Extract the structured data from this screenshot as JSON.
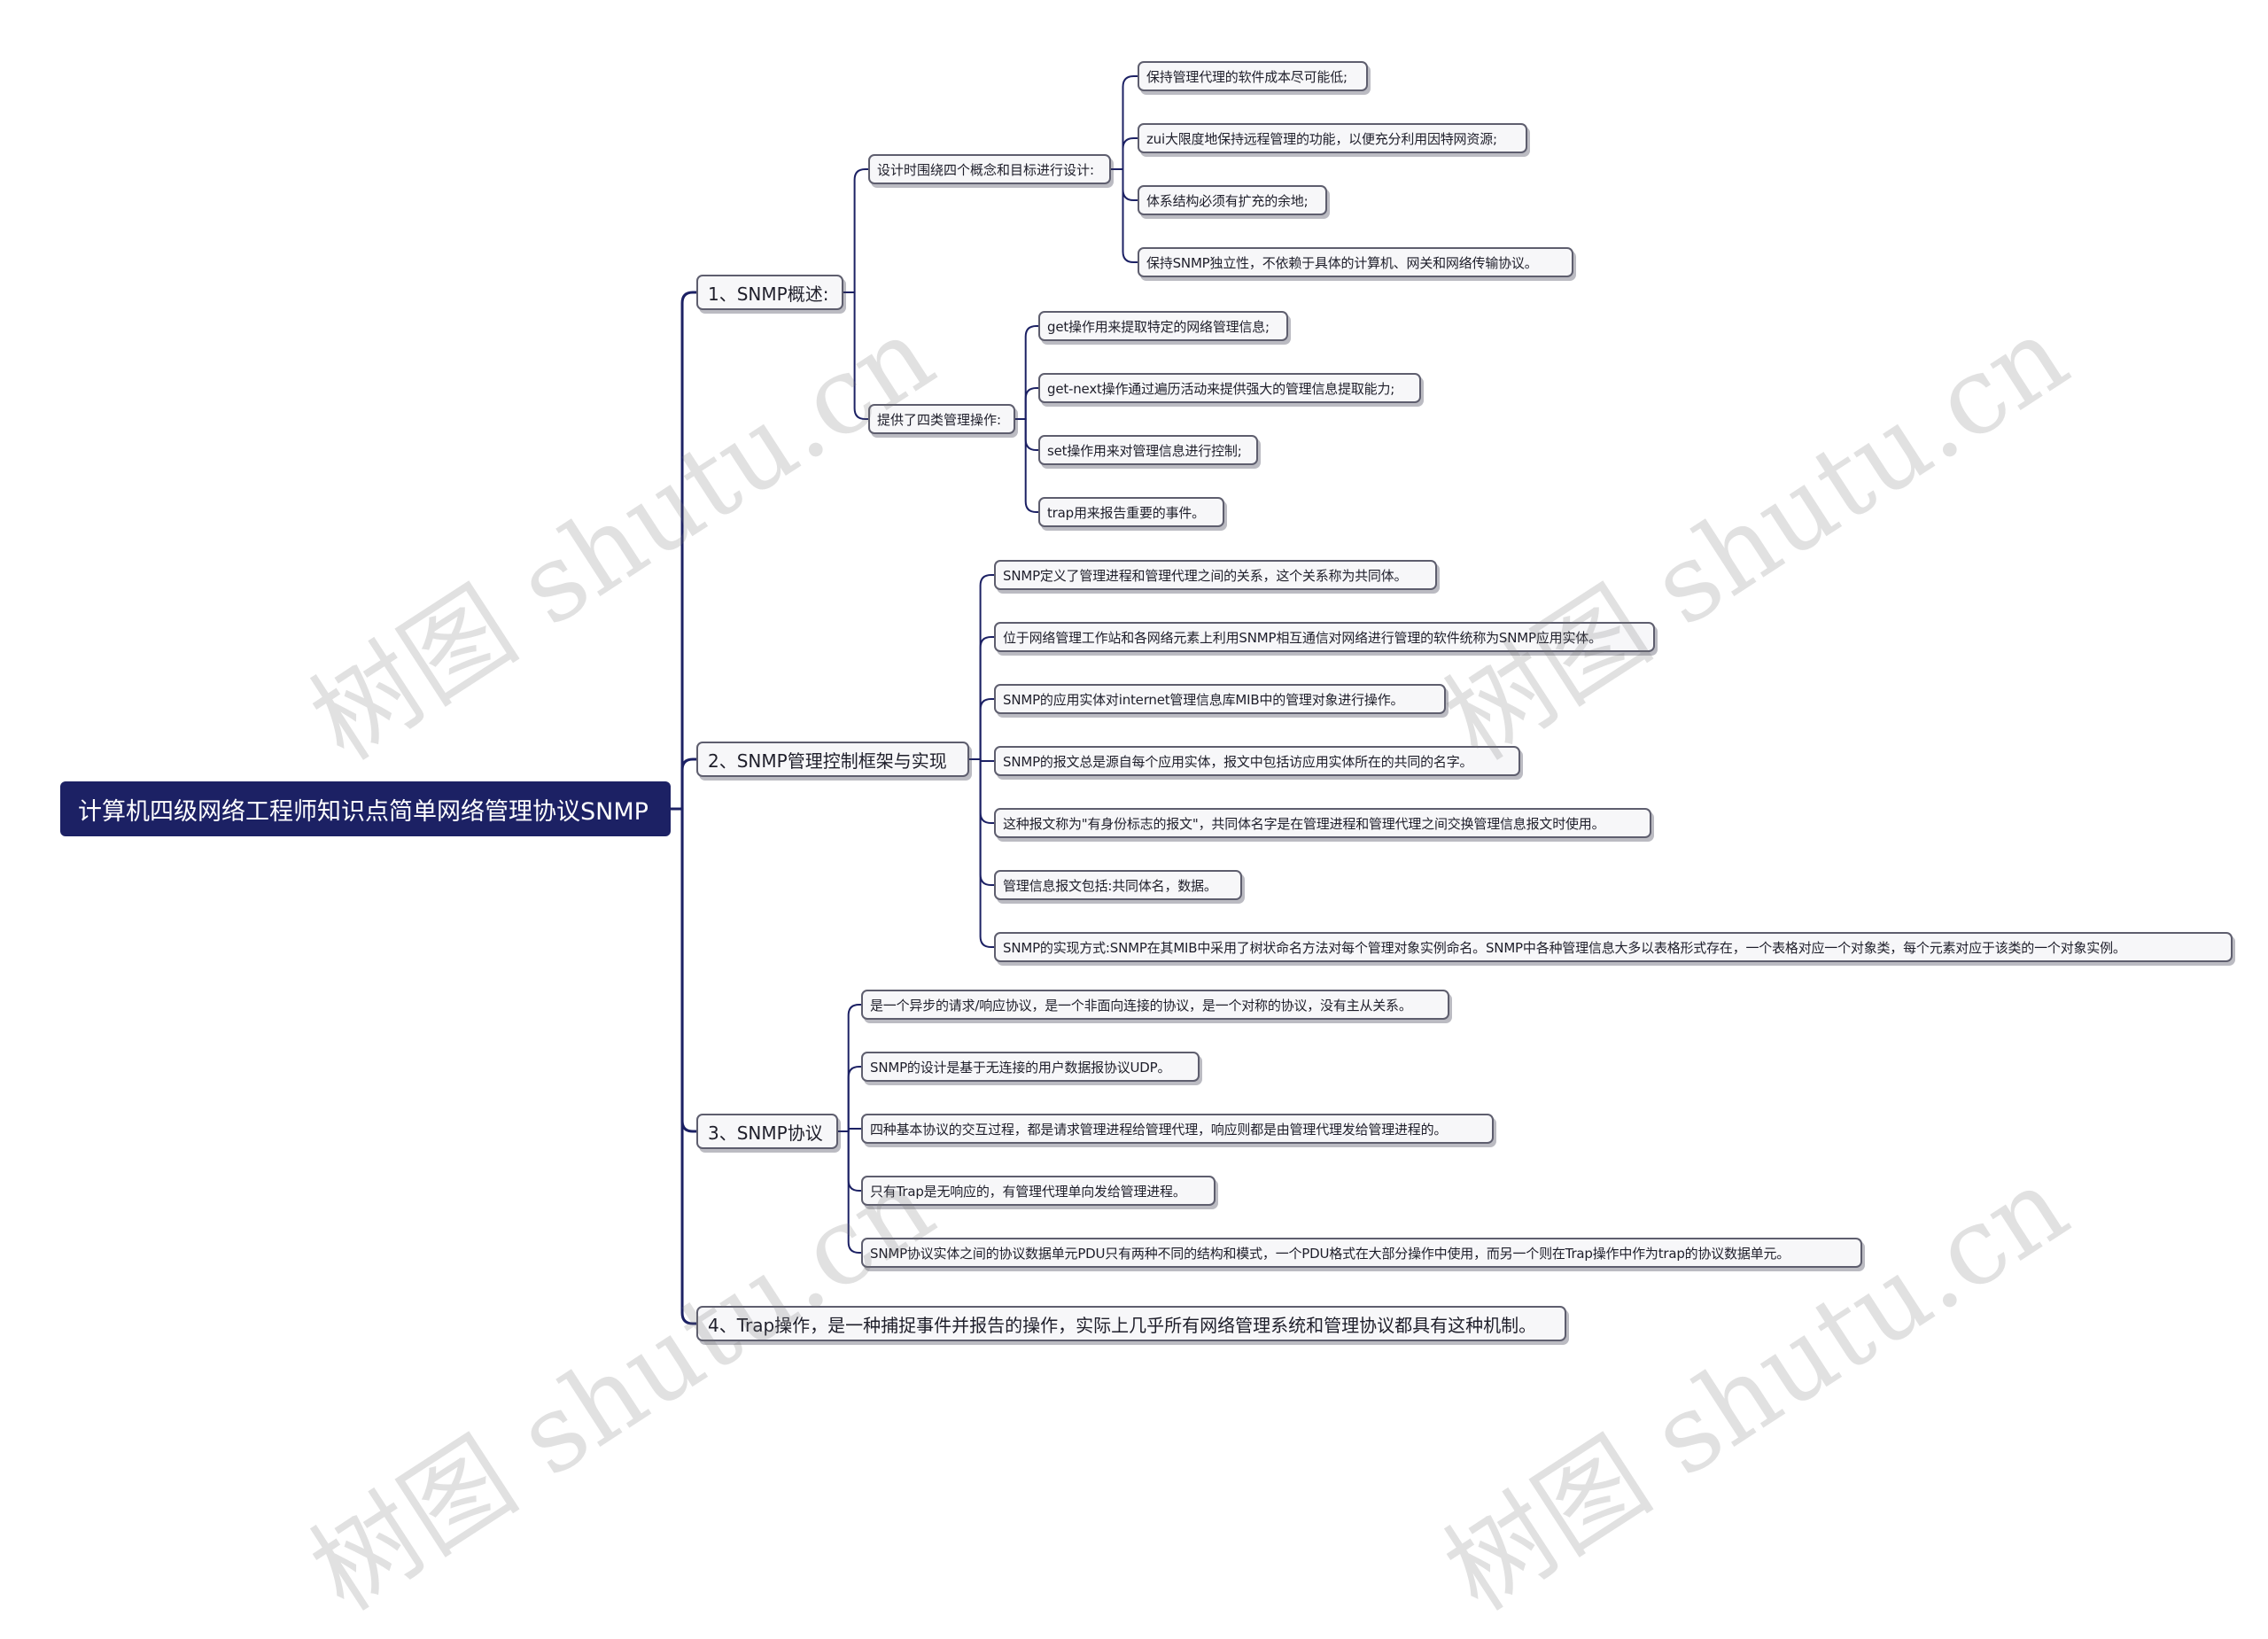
{
  "watermark": "树图 shutu.cn",
  "colors": {
    "root_bg": "#1c2164",
    "line": "#1c2164",
    "border": "#5e5e6e"
  },
  "root": "计算机四级网络工程师知识点简单网络管理协议SNMP",
  "branches": [
    {
      "label": "1、SNMP概述:",
      "children": [
        {
          "label": "设计时围绕四个概念和目标进行设计:",
          "children": [
            "保持管理代理的软件成本尽可能低;",
            "zui大限度地保持远程管理的功能，以便充分利用因特网资源;",
            "体系结构必须有扩充的余地;",
            "保持SNMP独立性，不依赖于具体的计算机、网关和网络传输协议。"
          ]
        },
        {
          "label": "提供了四类管理操作:",
          "children": [
            "get操作用来提取特定的网络管理信息;",
            "get-next操作通过遍历活动来提供强大的管理信息提取能力;",
            "set操作用来对管理信息进行控制;",
            "trap用来报告重要的事件。"
          ]
        }
      ]
    },
    {
      "label": "2、SNMP管理控制框架与实现",
      "children": [
        "SNMP定义了管理进程和管理代理之间的关系，这个关系称为共同体。",
        "位于网络管理工作站和各网络元素上利用SNMP相互通信对网络进行管理的软件统称为SNMP应用实体。",
        "SNMP的应用实体对internet管理信息库MIB中的管理对象进行操作。",
        "SNMP的报文总是源自每个应用实体，报文中包括访应用实体所在的共同的名字。",
        "这种报文称为\"有身份标志的报文\"，共同体名字是在管理进程和管理代理之间交换管理信息报文时使用。",
        "管理信息报文包括:共同体名，数据。",
        "SNMP的实现方式:SNMP在其MIB中采用了树状命名方法对每个管理对象实例命名。SNMP中各种管理信息大多以表格形式存在，一个表格对应一个对象类，每个元素对应于该类的一个对象实例。"
      ]
    },
    {
      "label": "3、SNMP协议",
      "children": [
        "是一个异步的请求/响应协议，是一个非面向连接的协议，是一个对称的协议，没有主从关系。",
        "SNMP的设计是基于无连接的用户数据报协议UDP。",
        "四种基本协议的交互过程，都是请求管理进程给管理代理，响应则都是由管理代理发给管理进程的。",
        "只有Trap是无响应的，有管理代理单向发给管理进程。",
        "SNMP协议实体之间的协议数据单元PDU只有两种不同的结构和模式，一个PDU格式在大部分操作中使用，而另一个则在Trap操作中作为trap的协议数据单元。"
      ]
    },
    {
      "label": "4、Trap操作，是一种捕捉事件并报告的操作，实际上几乎所有网络管理系统和管理协议都具有这种机制。",
      "children": []
    }
  ]
}
